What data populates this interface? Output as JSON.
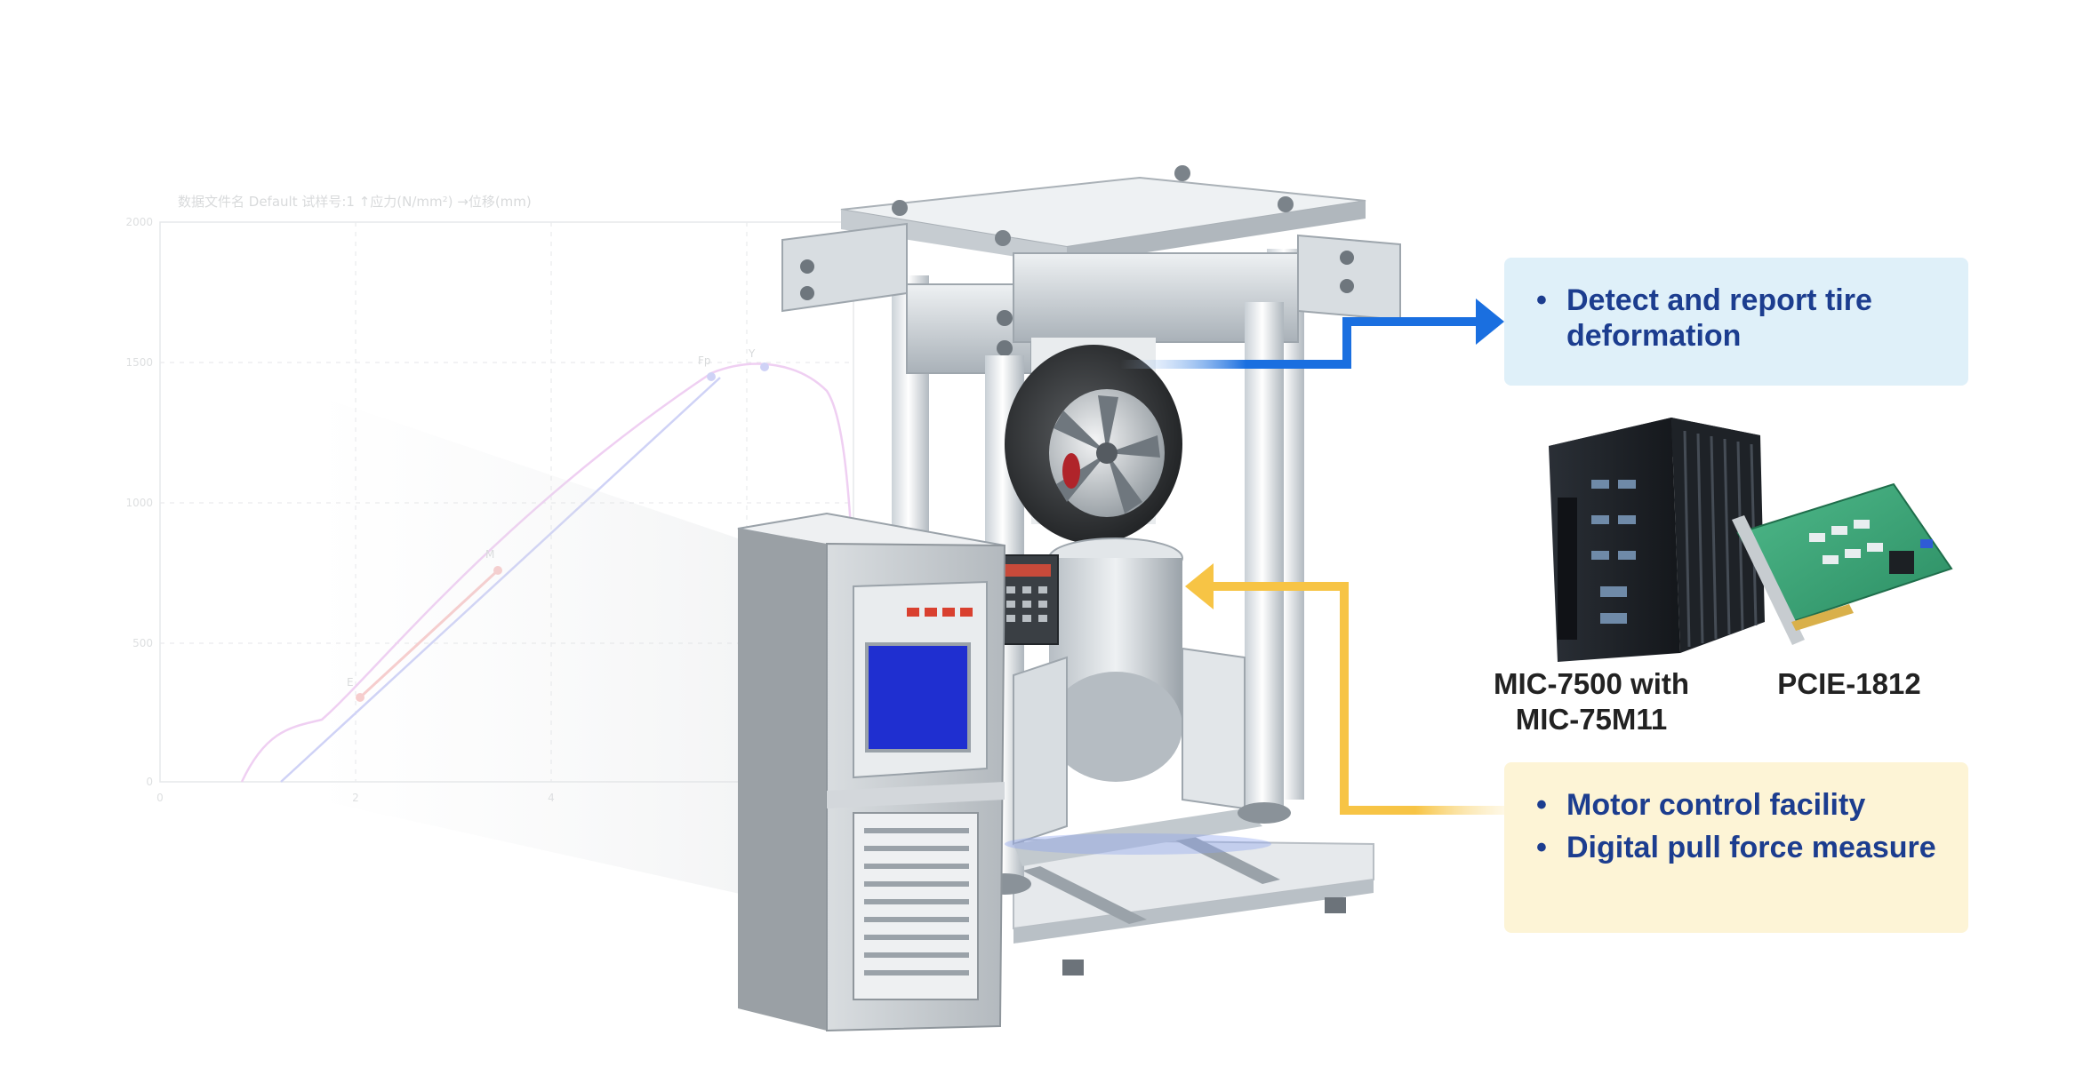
{
  "colors": {
    "blue_accent": "#1a6fe0",
    "yellow_accent": "#f7c445",
    "callout_blue_bg": "#dff0f9",
    "callout_yellow_bg": "#fdf4d6",
    "text_blue": "#1c3d8f"
  },
  "callouts": {
    "deformation": {
      "items": [
        "Detect and report tire deformation"
      ]
    },
    "control": {
      "items": [
        "Motor control facility",
        "Digital pull force measure"
      ]
    }
  },
  "products": {
    "computer": {
      "name": "MIC-7500 with MIC-75M11"
    },
    "card": {
      "name": "PCIE-1812"
    }
  },
  "faded_chart": {
    "header": "数据文件名 Default    试样号:1    ↑应力(N/mm²)  →位移(mm)",
    "y_ticks": [
      "2000",
      "1500",
      "1000",
      "500",
      "0"
    ],
    "x_ticks": [
      "0",
      "2",
      "4"
    ],
    "point_labels": [
      "Fp",
      "Y",
      "M",
      "E"
    ]
  }
}
